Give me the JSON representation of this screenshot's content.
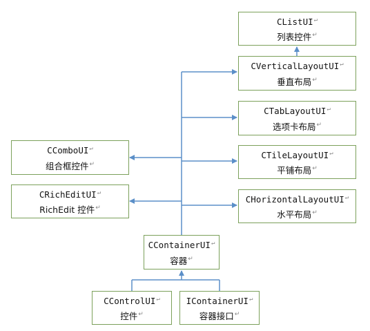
{
  "colors": {
    "box_border": "#7ba05a",
    "connector": "#5b8fc8",
    "text": "#111111",
    "paragraph_mark": "#888888"
  },
  "paragraph_mark": "↵",
  "nodes": {
    "clistui": {
      "class_name": "CListUI",
      "desc": "列表控件"
    },
    "cverticallayoutui": {
      "class_name": "CVerticalLayoutUI",
      "desc": "垂直布局"
    },
    "ctablayoutui": {
      "class_name": "CTabLayoutUI",
      "desc": "选项卡布局"
    },
    "ctilelayoutui": {
      "class_name": "CTileLayoutUI",
      "desc": "平铺布局"
    },
    "chorizontallayoutui": {
      "class_name": "CHorizontalLayoutUI",
      "desc": "水平布局"
    },
    "ccomboui": {
      "class_name": "CComboUI",
      "desc": "组合框控件"
    },
    "crichEditui": {
      "class_name": "CRichEditUI",
      "desc": "RichEdit 控件"
    },
    "ccontainerui": {
      "class_name": "CContainerUI",
      "desc": "容器"
    },
    "ccontrolui": {
      "class_name": "CControlUI",
      "desc": "控件"
    },
    "icontainerui": {
      "class_name": "IContainerUI",
      "desc": "容器接口"
    }
  }
}
